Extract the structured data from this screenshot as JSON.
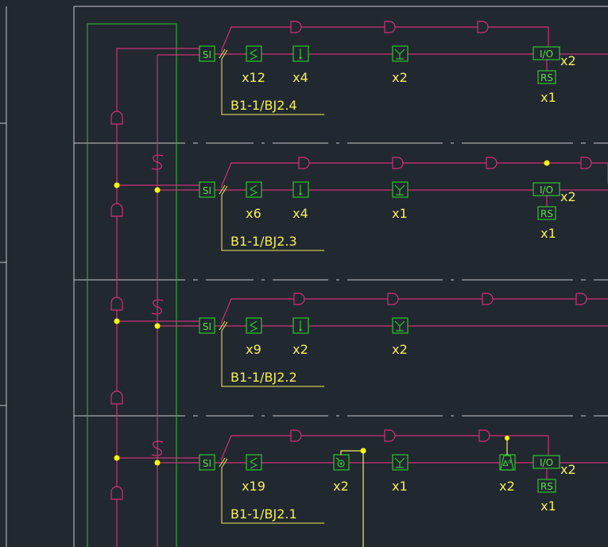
{
  "colors": {
    "background": "#212830",
    "bus": "#cf3078",
    "device": "#2ec42e",
    "label": "#f2ee5a",
    "node": "#ffff00",
    "grid": "#c8c8c8"
  },
  "symbols": {
    "si": "SI",
    "io": "I/O",
    "rs": "RS"
  },
  "branches": [
    {
      "label": "B1-1/BJ2.4",
      "counts": {
        "smoke": "x12",
        "heat": "x4",
        "bell": "x2",
        "io": "x2",
        "rs": "x1"
      }
    },
    {
      "label": "B1-1/BJ2.3",
      "counts": {
        "smoke": "x6",
        "heat": "x4",
        "bell": "x1",
        "io": "x2",
        "rs": "x1"
      }
    },
    {
      "label": "B1-1/BJ2.2",
      "counts": {
        "smoke": "x9",
        "heat": "x2",
        "bell": "x2"
      }
    },
    {
      "label": "B1-1/BJ2.1",
      "counts": {
        "smoke": "x19",
        "camera": "x2",
        "bell": "x1",
        "speaker": "x2",
        "io": "x2",
        "rs": "x1"
      }
    }
  ]
}
